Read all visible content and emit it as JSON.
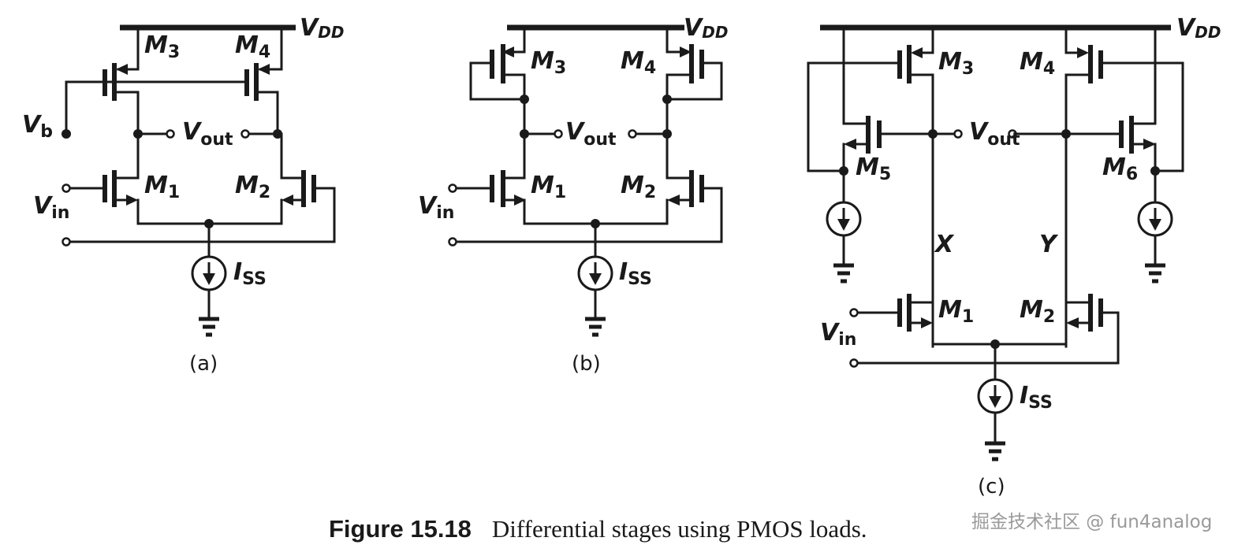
{
  "figure": {
    "number_label": "Figure 15.18",
    "caption": "Differential stages using PMOS loads."
  },
  "watermark": "掘金技术社区 @ fun4analog",
  "labels": {
    "vdd_main": "V",
    "vdd_sub": "DD",
    "vout_main": "V",
    "vout_sub": "out",
    "vin_main": "V",
    "vin_sub": "in",
    "vb_main": "V",
    "vb_sub": "b",
    "iss_main": "I",
    "iss_sub": "SS",
    "m": "M",
    "m1": "1",
    "m2": "2",
    "m3": "3",
    "m4": "4",
    "m5": "5",
    "m6": "6",
    "node_x": "X",
    "node_y": "Y"
  },
  "subfigures": [
    {
      "id": "a",
      "caption": "(a)",
      "load": "PMOS current sources biased by Vb"
    },
    {
      "id": "b",
      "caption": "(b)",
      "load": "Diode-connected PMOS"
    },
    {
      "id": "c",
      "caption": "(c)",
      "load": "PMOS with source-follower feedback (M5, M6)"
    }
  ]
}
